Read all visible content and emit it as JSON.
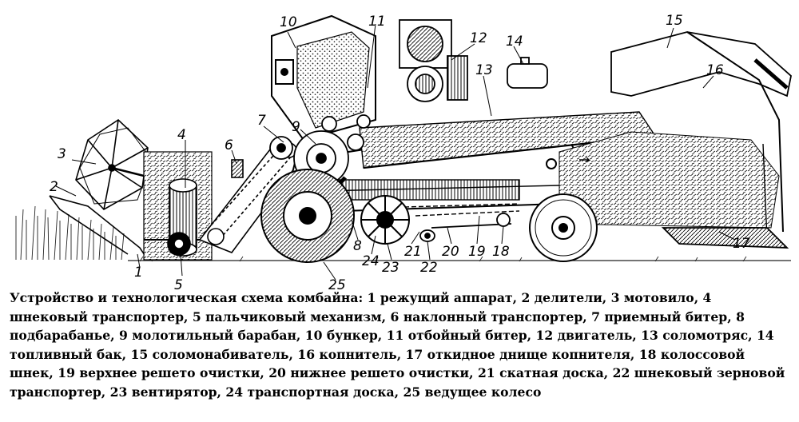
{
  "diagram": {
    "labels": [
      "1",
      "2",
      "3",
      "4",
      "5",
      "6",
      "7",
      "8",
      "9",
      "10",
      "11",
      "12",
      "13",
      "14",
      "15",
      "16",
      "17",
      "18",
      "19",
      "20",
      "21",
      "22",
      "23",
      "24",
      "25"
    ]
  },
  "caption": "Устройство и технологическая схема комбайна: 1 режущий аппарат, 2 делители, 3 мотовило, 4 шнековый транспортер, 5 пальчиковый механизм, 6 наклонный транспортер, 7 приемный битер, 8 подбарабанье, 9 молотильный барабан, 10 бункер, 11 отбойный битер, 12 двигатель, 13 соломотряс, 14 топливный бак, 15 соломонабиватель, 16 копнитель, 17 откидное днище копнителя, 18 колоссовой шнек, 19 верхнее решето очистки, 20 нижнее решето очистки, 21 скатная доска, 22 шнековый зерновой транспортер, 23 вентирятор, 24 транспортная доска, 25 ведущее колесо"
}
